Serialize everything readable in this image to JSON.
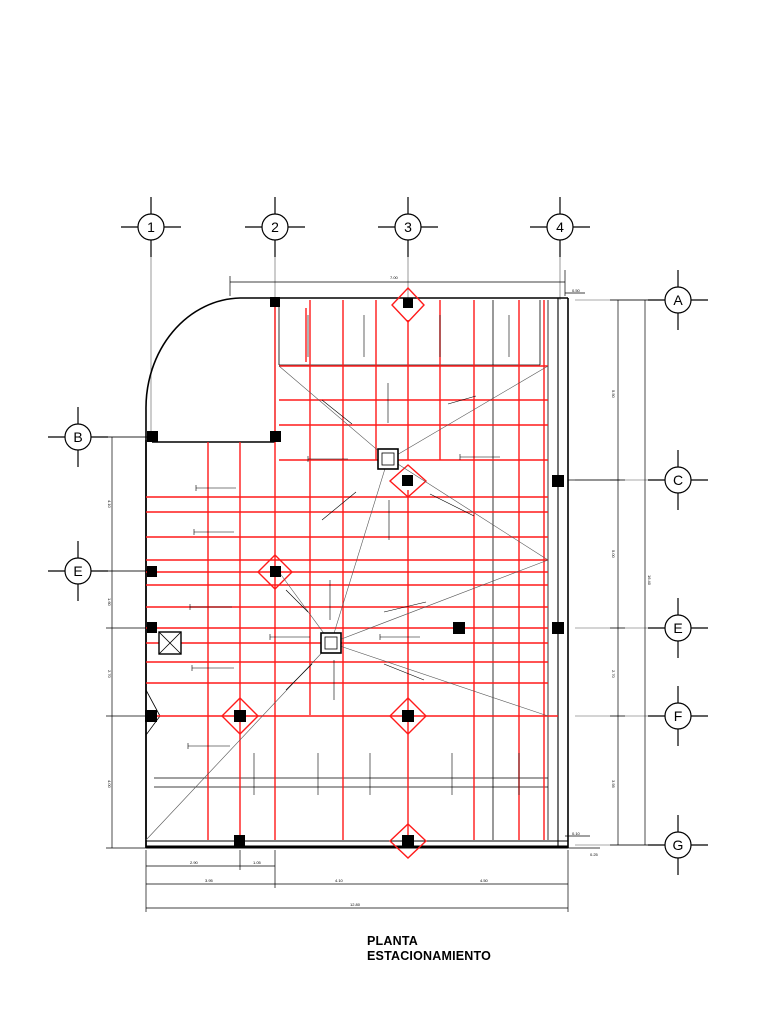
{
  "drawing": {
    "title_line1": "PLANTA",
    "title_line2": "ESTACIONAMIENTO"
  },
  "grid_axes": {
    "top": [
      "1",
      "2",
      "3",
      "4"
    ],
    "right": [
      "A",
      "C",
      "E",
      "F",
      "G"
    ],
    "left": [
      "B",
      "E"
    ]
  },
  "colors": {
    "rebar": "#ff1a1a",
    "lines": "#000000",
    "background": "#ffffff"
  }
}
